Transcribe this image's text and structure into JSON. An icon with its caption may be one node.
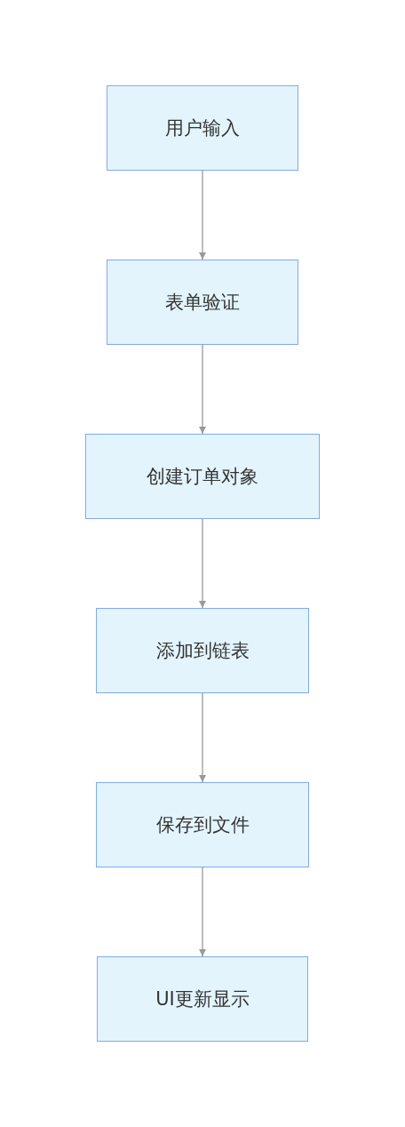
{
  "diagram": {
    "nodes": [
      {
        "text": [
          "用户输入"
        ]
      },
      {
        "text": [
          "表单验证"
        ]
      },
      {
        "text": [
          "创建订单对象"
        ]
      },
      {
        "text": [
          "添加到链表"
        ]
      },
      {
        "text": [
          "保存到文件"
        ]
      },
      {
        "text": [
          "UI更新显示"
        ]
      }
    ],
    "edges": [
      {
        "from": 0,
        "to": 1,
        "arrow": "to"
      },
      {
        "from": 1,
        "to": 2,
        "arrow": "to"
      },
      {
        "from": 2,
        "to": 3,
        "arrow": "to"
      },
      {
        "from": 3,
        "to": 4,
        "arrow": "to"
      },
      {
        "from": 4,
        "to": 5,
        "arrow": "to"
      }
    ]
  }
}
